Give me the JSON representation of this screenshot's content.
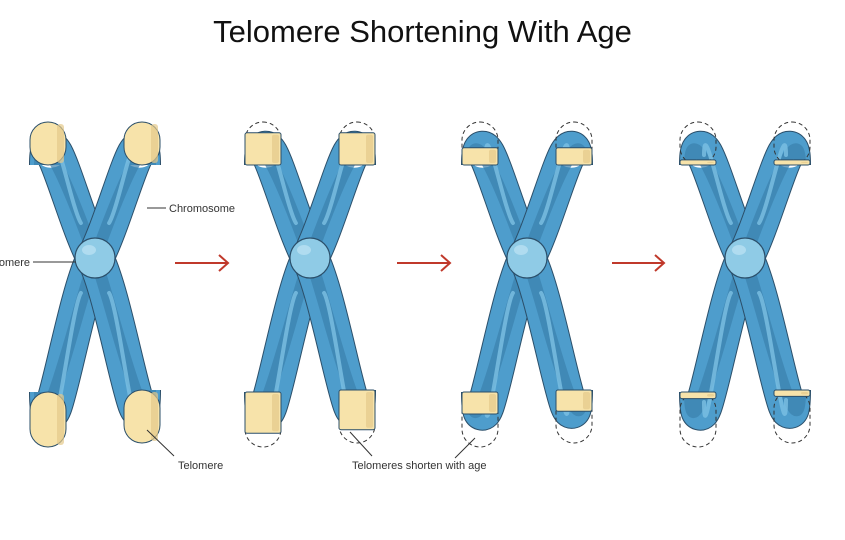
{
  "title": "Telomere Shortening With Age",
  "labels": {
    "chromosome": "Chromosome",
    "centromere": "Centromere",
    "telomere": "Telomere",
    "shorten": "Telomeres shorten with age"
  },
  "stages": [
    {
      "name": "stage-1",
      "telomere_fraction": 1.0
    },
    {
      "name": "stage-2",
      "telomere_fraction": 0.75
    },
    {
      "name": "stage-3",
      "telomere_fraction": 0.4
    },
    {
      "name": "stage-4",
      "telomere_fraction": 0.12
    }
  ],
  "colors": {
    "body": "#4e9dcc",
    "body_dark": "#3b80ad",
    "highlight": "#7cc0e3",
    "outline": "#2b4f6a",
    "telomere": "#f7e3aa",
    "telomere_shade": "#e4c98a",
    "centromere": "#8fcbe6",
    "arrow": "#c0392b"
  }
}
